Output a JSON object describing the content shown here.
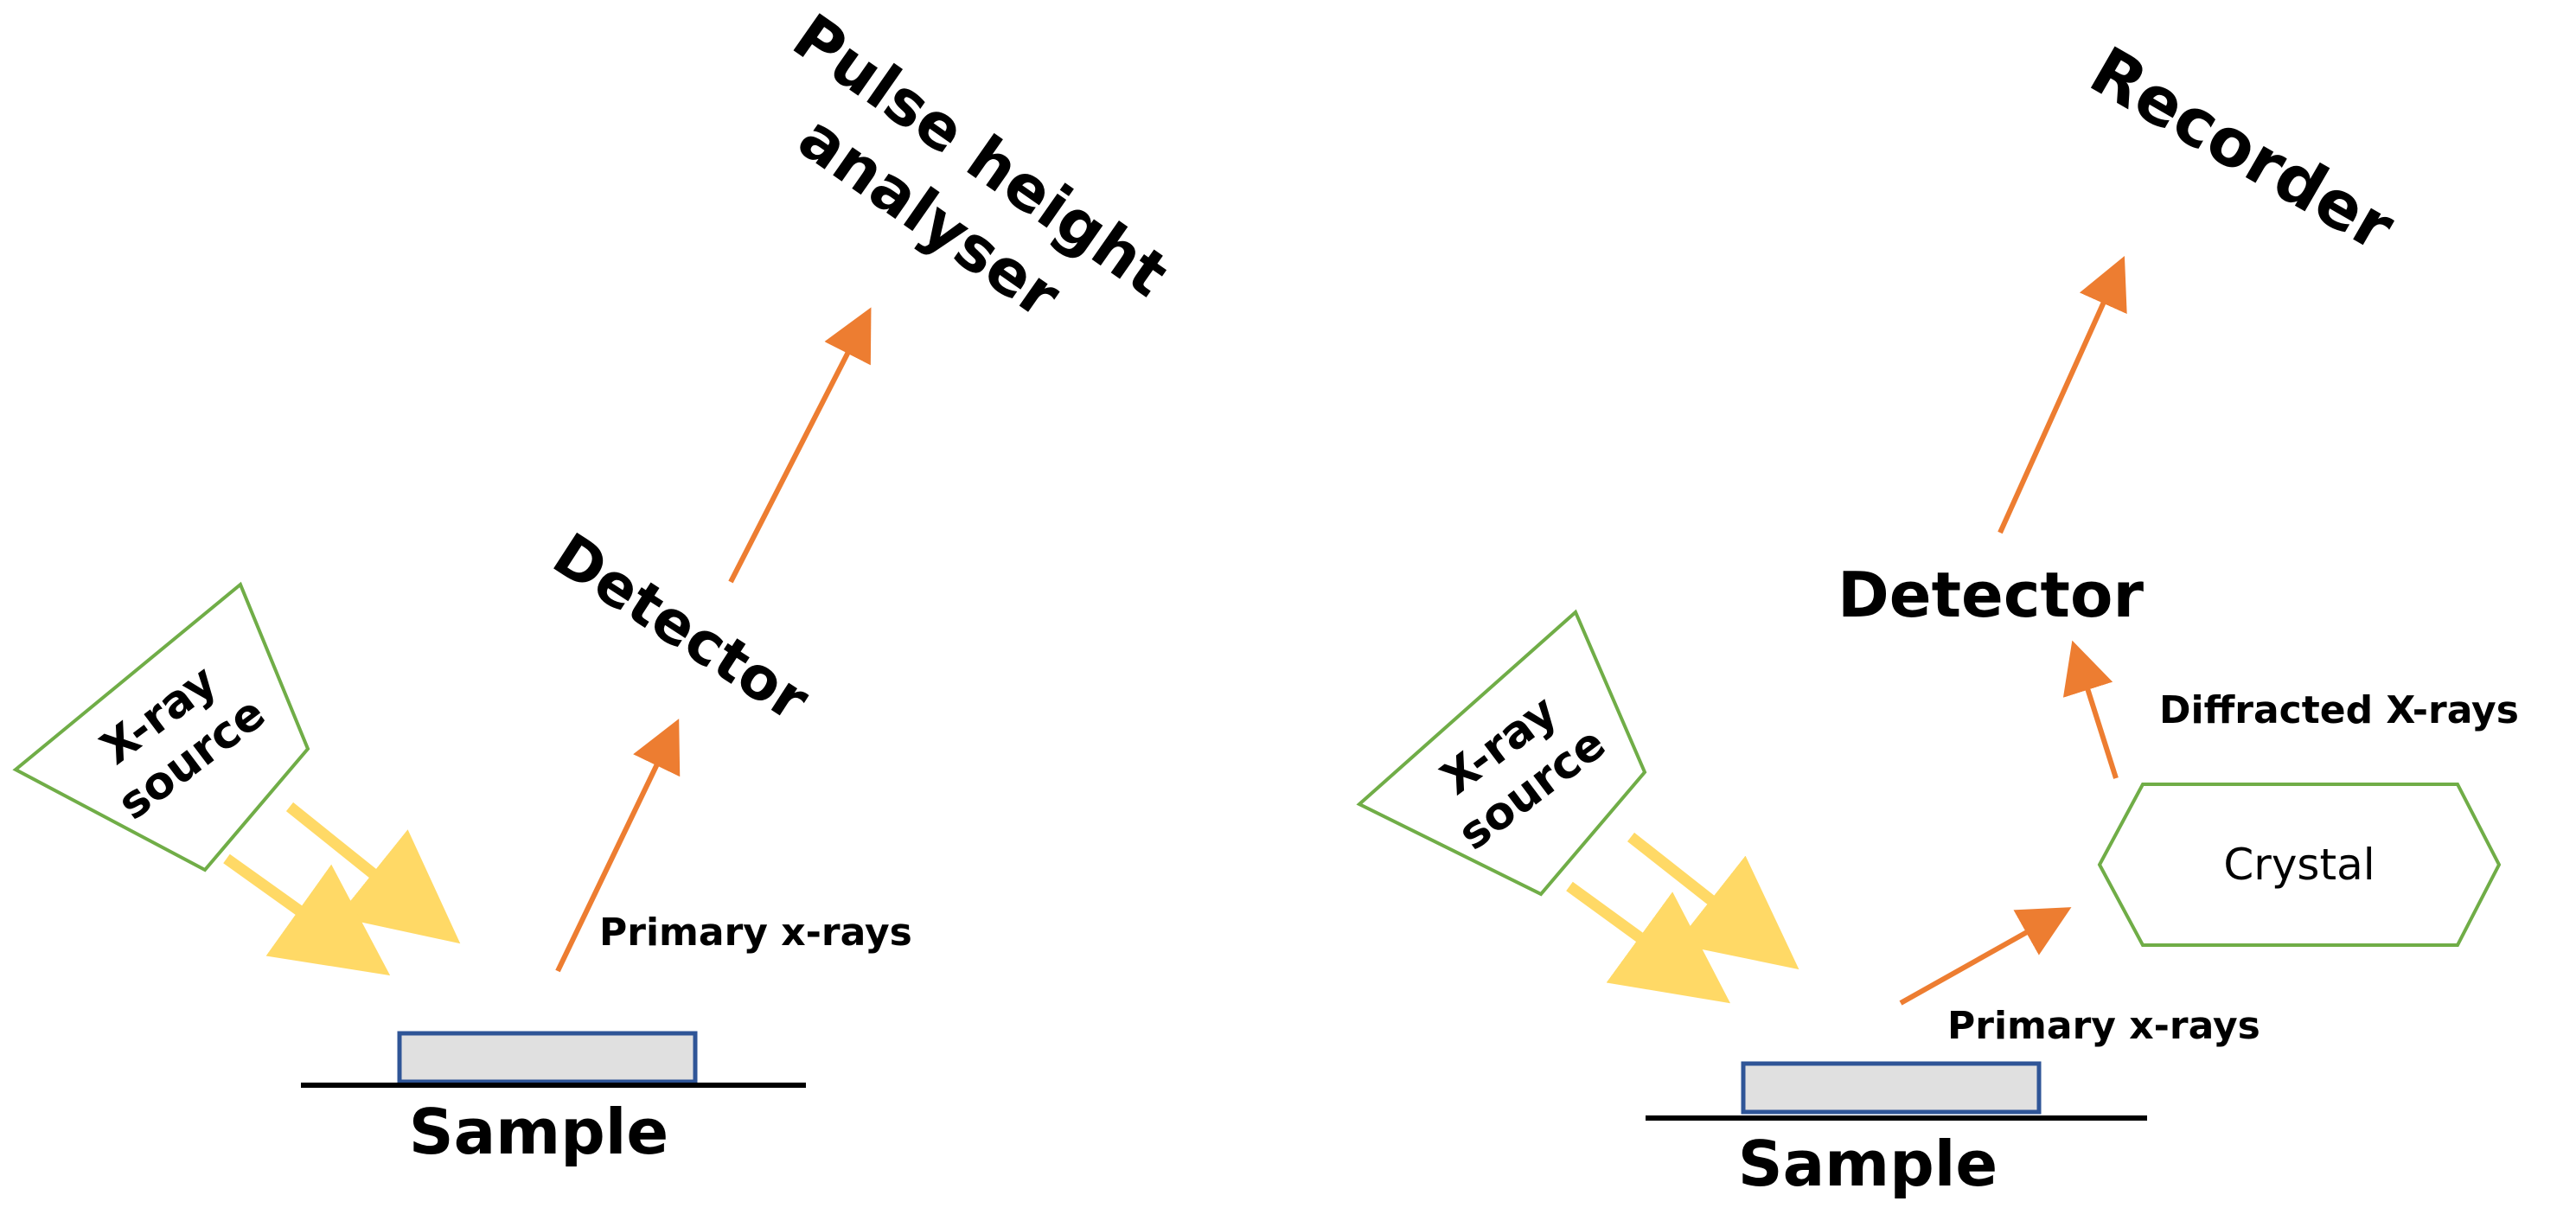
{
  "colors": {
    "source_outline": "#70ad47",
    "crystal_outline": "#70ad47",
    "incident_arrow": "#ffd966",
    "signal_arrow": "#ed7d31",
    "sample_fill": "#e0e0e0",
    "sample_outline": "#2f5597",
    "stage_line": "#000000",
    "text": "#000000"
  },
  "left_setup": {
    "source_label_line1": "X-ray",
    "source_label_line2": "source",
    "detector_label": "Detector",
    "analyser_label_line1": "Pulse height",
    "analyser_label_line2": "analyser",
    "primary_label": "Primary x-rays",
    "sample_label": "Sample"
  },
  "right_setup": {
    "source_label_line1": "X-ray",
    "source_label_line2": "source",
    "crystal_label": "Crystal",
    "diffracted_label": "Diffracted X-rays",
    "detector_label": "Detector",
    "recorder_label": "Recorder",
    "primary_label": "Primary x-rays",
    "sample_label": "Sample"
  }
}
